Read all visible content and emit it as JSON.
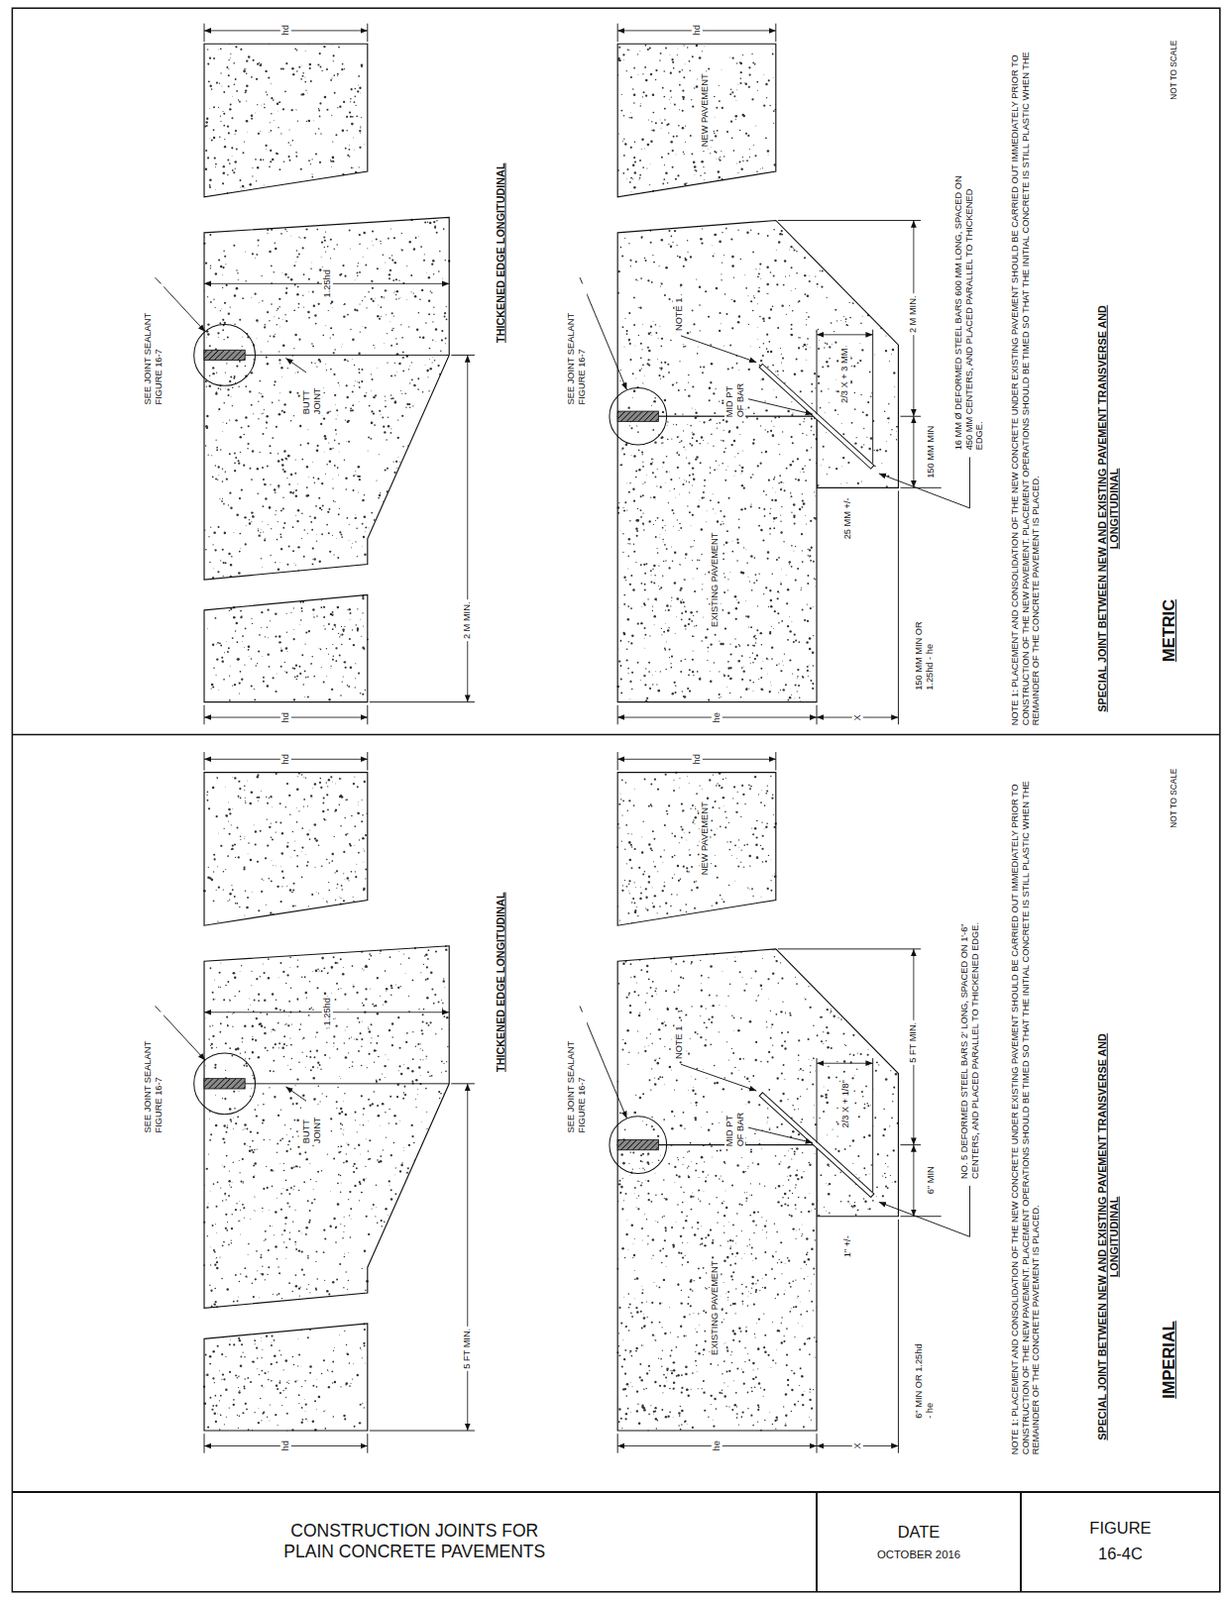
{
  "diagram": {
    "nodes": [
      {
        "text": [
          "CONSTRUCTION JOINTS FOR PLAIN CONCRETE PAVEMENTS"
        ]
      },
      {
        "text": [
          "DATE",
          "OCTOBER 2016"
        ]
      },
      {
        "text": [
          "FIGURE",
          "16-4C"
        ]
      }
    ],
    "labels": [
      "SEE JOINT SEALANT FIGURE 16-7",
      "hd",
      "1.25hd",
      "BUTT JOINT",
      "2 M MIN.",
      "hd",
      "THICKENED EDGE LONGITUDINAL",
      "hd",
      "SEE JOINT SEALANT FIGURE 16-7",
      "EXISTING PAVEMENT",
      "NEW PAVEMENT",
      "NOTE 1",
      "MID PT OF BAR",
      "2 M MIN.",
      "2/3 X + 3 MM",
      "150 MM MIN",
      "25 MM +/-",
      "16 MM Ø DEFORMED STEEL BARS 600 MM LONG, SPACED ON 450 MM CENTERS, AND PLACED PARALLEL TO THICKENED EDGE.",
      "he",
      "X",
      "150 MM MIN OR 1.25hd - he",
      "NOTE 1: PLACEMENT AND CONSOLIDATION OF THE NEW CONCRETE UNDER EXISTING PAVEMENT SHOULD BE CARRIED OUT IMMEDIATELY PRIOR TO CONSTRUCTION OF THE NEW PAVEMENT. PLACEMENT OPERATIONS SHOULD BE TIMED SO THAT THE INITIAL CONCRETE IS STILL PLASTIC WHEN THE REMAINDER OF THE CONCRETE PAVEMENT IS PLACED.",
      "SPECIAL JOINT BETWEEN NEW AND EXISTING PAVEMENT TRANSVERSE AND LONGITUDINAL",
      "NOT TO SCALE",
      "METRIC",
      "SEE JOINT SEALANT FIGURE 16-7",
      "hd",
      "1.25hd",
      "BUTT JOINT",
      "5 FT MIN.",
      "hd",
      "THICKENED EDGE LONGITUDINAL",
      "hd",
      "SEE JOINT SEALANT FIGURE 16-7",
      "EXISTING PAVEMENT",
      "NEW PAVEMENT",
      "NOTE 1",
      "MID PT OF BAR",
      "5 FT MIN.",
      "2/3 X + 1/8\"",
      "6\" MIN",
      "1\" +/-",
      "NO. 5 DEFORMED STEEL BARS 2' LONG, SPACED ON 1'-6\" CENTERS, AND PLACED PARALLEL TO THICKENED EDGE.",
      "he",
      "X",
      "6\" MIN OR 1.25hd - he",
      "NOTE 1: PLACEMENT AND CONSOLIDATION OF THE NEW CONCRETE UNDER EXISTING PAVEMENT SHOULD BE CARRIED OUT IMMEDIATELY PRIOR TO CONSTRUCTION OF THE NEW PAVEMENT. PLACEMENT OPERATIONS SHOULD BE TIMED SO THAT THE INITIAL CONCRETE IS STILL PLASTIC WHEN THE REMAINDER OF THE CONCRETE PAVEMENT IS PLACED.",
      "SPECIAL JOINT BETWEEN NEW AND EXISTING PAVEMENT TRANSVERSE AND LONGITUDINAL",
      "NOT TO SCALE",
      "IMPERIAL"
    ]
  }
}
